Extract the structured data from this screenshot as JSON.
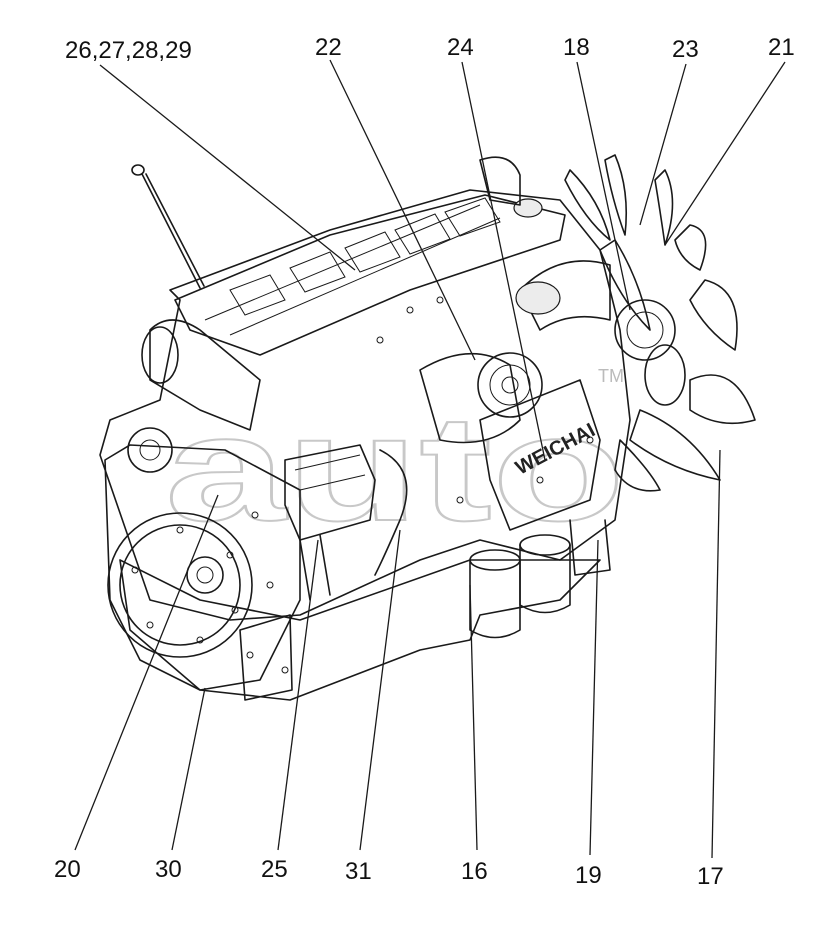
{
  "diagram": {
    "brand_text": "WEICHAI",
    "watermark_text": "auto",
    "trademark": "TM",
    "callouts": [
      {
        "id": "c-26-29",
        "label": "26,27,28,29"
      },
      {
        "id": "c-22",
        "label": "22"
      },
      {
        "id": "c-24",
        "label": "24"
      },
      {
        "id": "c-18",
        "label": "18"
      },
      {
        "id": "c-23",
        "label": "23"
      },
      {
        "id": "c-21",
        "label": "21"
      },
      {
        "id": "c-20",
        "label": "20"
      },
      {
        "id": "c-30",
        "label": "30"
      },
      {
        "id": "c-25",
        "label": "25"
      },
      {
        "id": "c-31",
        "label": "31"
      },
      {
        "id": "c-16",
        "label": "16"
      },
      {
        "id": "c-19",
        "label": "19"
      },
      {
        "id": "c-17",
        "label": "17"
      }
    ]
  }
}
